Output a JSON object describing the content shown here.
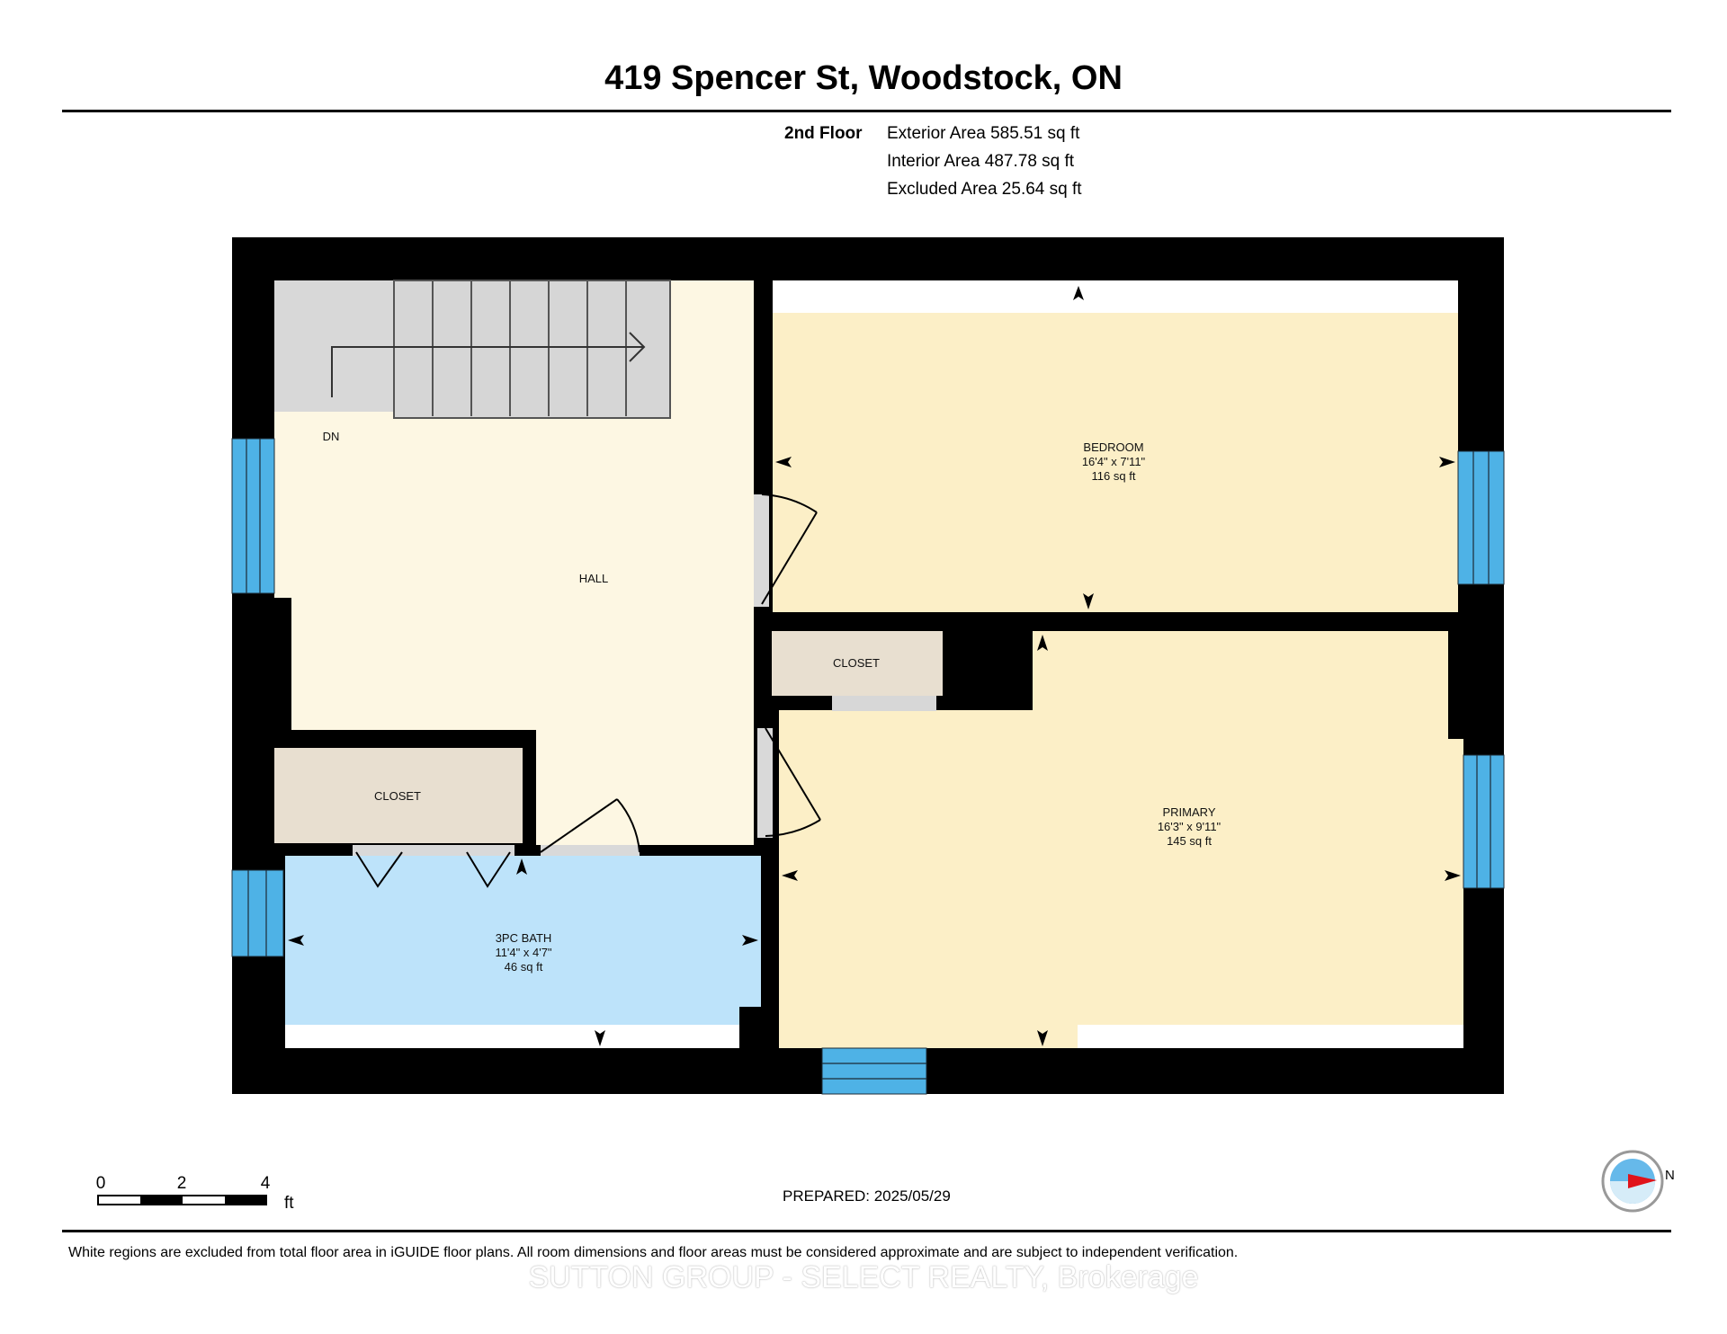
{
  "header": {
    "title": "419 Spencer St, Woodstock, ON"
  },
  "areas": {
    "floor": "2nd Floor",
    "exterior": "Exterior Area 585.51 sq ft",
    "interior": "Interior Area 487.78 sq ft",
    "excluded": "Excluded Area 25.64 sq ft"
  },
  "rooms": {
    "stairs_label": "DN",
    "hall": {
      "name": "HALL"
    },
    "bedroom": {
      "name": "BEDROOM",
      "dims": "16'4\" x 7'11\"",
      "area": "116 sq ft"
    },
    "primary": {
      "name": "PRIMARY",
      "dims": "16'3\" x 9'11\"",
      "area": "145 sq ft"
    },
    "bath": {
      "name": "3PC BATH",
      "dims": "11'4\" x 4'7\"",
      "area": "46 sq ft"
    },
    "closet_upper": {
      "name": "CLOSET"
    },
    "closet_lower": {
      "name": "CLOSET"
    }
  },
  "colors": {
    "wall": "#000000",
    "hall": "#fdf7e3",
    "bedroom": "#fcefc7",
    "closet": "#e8dfd0",
    "bath": "#bde3fa",
    "window": "#4eb2e6",
    "stairs": "#d8d8d8"
  },
  "scale": {
    "ticks": [
      "0",
      "2",
      "4"
    ],
    "unit": "ft"
  },
  "compass": {
    "label": "N",
    "icon": "compass-icon"
  },
  "footer": {
    "prepared": "PREPARED: 2025/05/29",
    "disclaimer": "White regions are excluded from total floor area in iGUIDE floor plans. All room dimensions and floor areas must be considered approximate and are subject to independent verification.",
    "watermark": "SUTTON GROUP - SELECT REALTY, Brokerage"
  }
}
